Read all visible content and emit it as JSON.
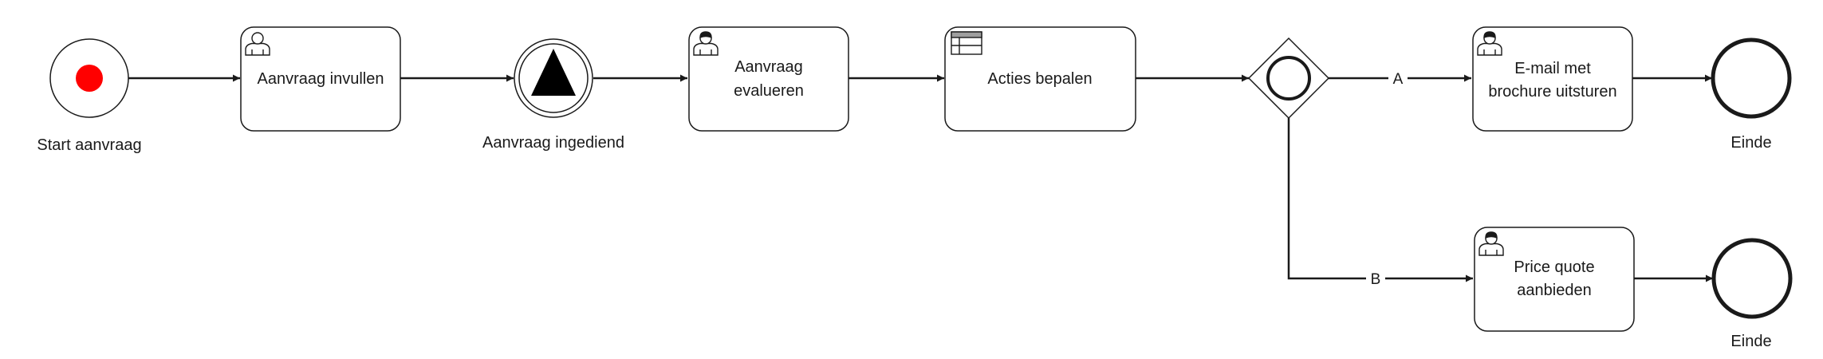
{
  "diagram": {
    "nodes": {
      "start": {
        "label": "Start aanvraag",
        "type": "start-event"
      },
      "task_fill": {
        "label_lines": [
          "Aanvraag invullen"
        ],
        "type": "user-task"
      },
      "signal": {
        "label": "Aanvraag ingediend",
        "type": "intermediate-signal-event"
      },
      "task_eval": {
        "label_lines": [
          "Aanvraag",
          "evalueren"
        ],
        "type": "user-task"
      },
      "task_actions": {
        "label_lines": [
          "Acties bepalen"
        ],
        "type": "business-rule-task"
      },
      "gateway": {
        "type": "inclusive-gateway"
      },
      "task_email": {
        "label_lines": [
          "E-mail met",
          "brochure uitsturen"
        ],
        "type": "user-task"
      },
      "task_quote": {
        "label_lines": [
          "Price quote",
          "aanbieden"
        ],
        "type": "user-task"
      },
      "end_a": {
        "label": "Einde",
        "type": "end-event"
      },
      "end_b": {
        "label": "Einde",
        "type": "end-event"
      }
    },
    "edges": {
      "a": {
        "label": "A"
      },
      "b": {
        "label": "B"
      }
    },
    "colors": {
      "stroke": "#1a1a1a",
      "start_dot": "#ff0000",
      "fill": "#ffffff"
    }
  }
}
